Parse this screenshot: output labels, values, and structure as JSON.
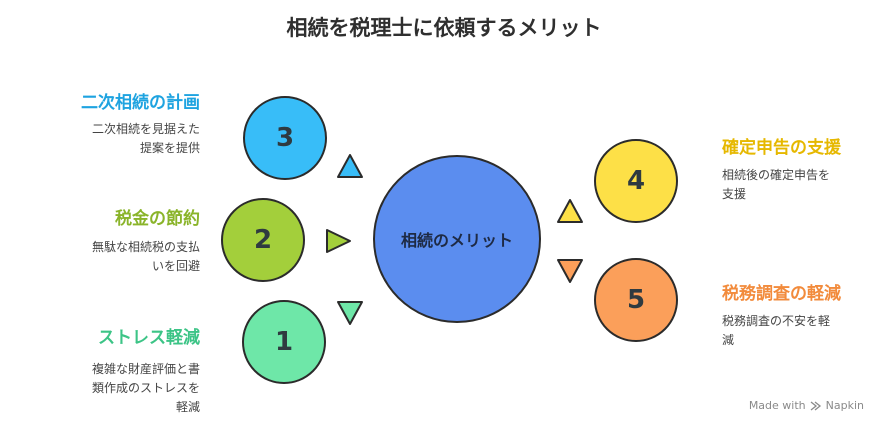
{
  "title": "相続を税理士に依頼するメリット",
  "center": {
    "label": "相続のメリット",
    "color": "#5b8def"
  },
  "items": [
    {
      "number": "3",
      "heading": "二次相続の計画",
      "desc_lines": [
        "二次相続を見据えた",
        "提案を提供"
      ],
      "color": "#38bdf8",
      "heading_color": "#1ea3e0"
    },
    {
      "number": "2",
      "heading": "税金の節約",
      "desc_lines": [
        "無駄な相続税の支払",
        "いを回避"
      ],
      "color": "#a3cf3b",
      "heading_color": "#8ab42a"
    },
    {
      "number": "1",
      "heading": "ストレス軽減",
      "desc_lines": [
        "複雑な財産評価と書",
        "類作成のストレスを",
        "軽減"
      ],
      "color": "#6ee7a8",
      "heading_color": "#3cc486"
    },
    {
      "number": "4",
      "heading": "確定申告の支援",
      "desc_lines": [
        "相続後の確定申告を",
        "支援"
      ],
      "color": "#fde047",
      "heading_color": "#e6b800"
    },
    {
      "number": "5",
      "heading": "税務調査の軽減",
      "desc_lines": [
        "税務調査の不安を軽",
        "減"
      ],
      "color": "#fb9f5a",
      "heading_color": "#f28b3c"
    }
  ],
  "footer": {
    "made_with": "Made with",
    "brand": "Napkin"
  }
}
